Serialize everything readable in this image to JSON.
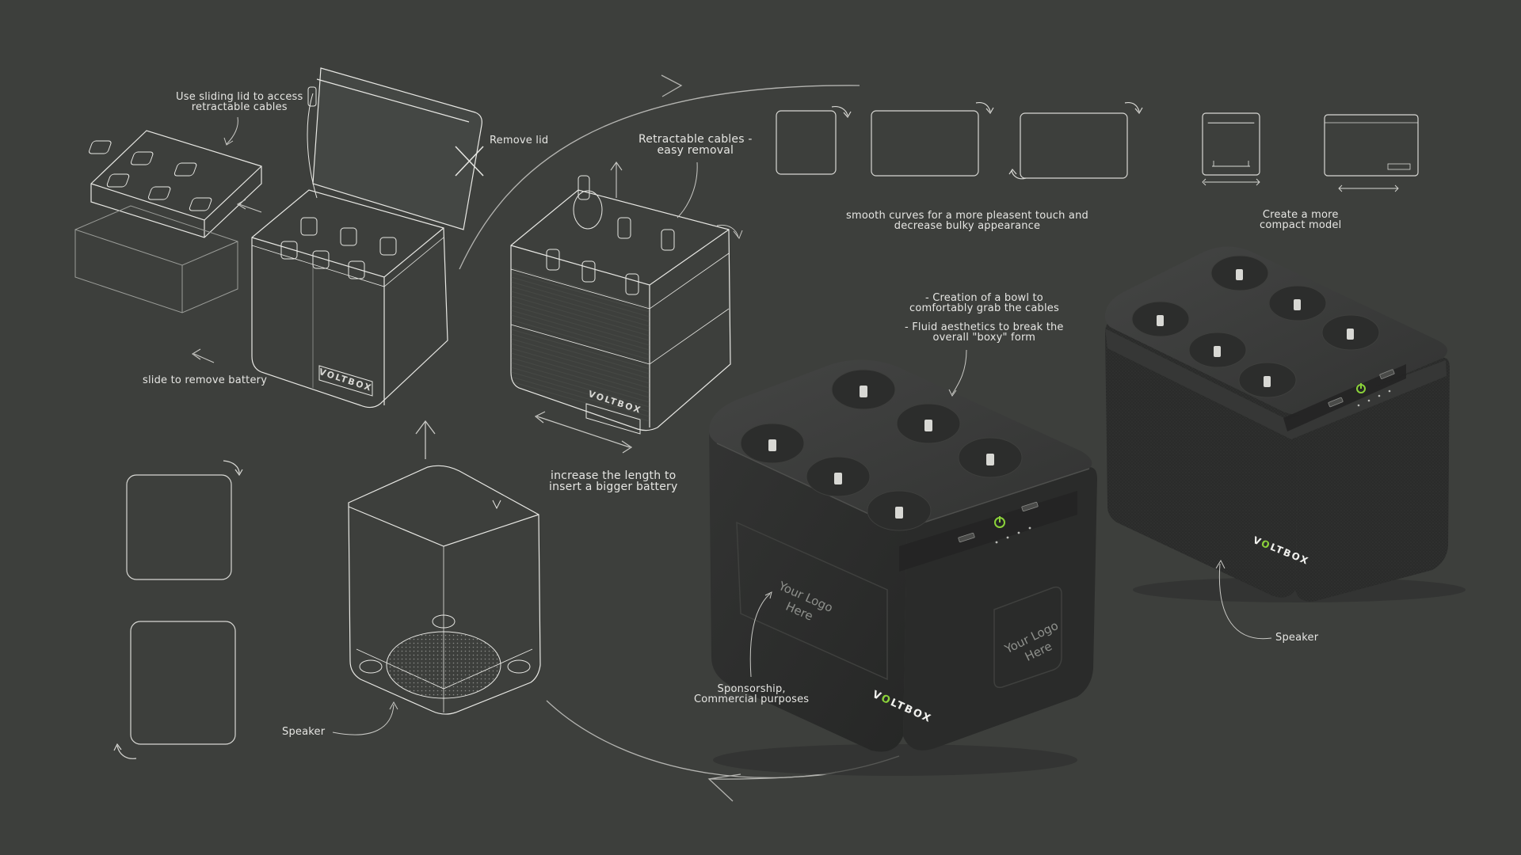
{
  "colors": {
    "background": "#3d3f3c",
    "sketch_line": "#e8e8e4",
    "product_body": "#2d2e2d",
    "product_top": "#3a3b3a",
    "accent_green": "#8bd23a"
  },
  "brand": {
    "name_prefix": "V",
    "name_accent": "O",
    "name_suffix": "LTBOX"
  },
  "annotations": {
    "sliding_lid": [
      "Use sliding lid to access",
      "retractable cables"
    ],
    "remove_lid": "Remove lid",
    "slide_battery": "slide to remove battery",
    "retractable_cables": [
      "Retractable cables -",
      "easy removal"
    ],
    "increase_length": [
      "increase the length to",
      "insert a bigger battery"
    ],
    "smooth_curves": [
      "smooth curves for a more pleasent touch and",
      "decrease bulky appearance"
    ],
    "compact_model": [
      "Create a more",
      "compact model"
    ],
    "bowl": [
      "- Creation of a bowl to",
      "comfortably grab the cables"
    ],
    "fluid": [
      "- Fluid aesthetics to break the",
      "overall \"boxy\" form"
    ],
    "sponsorship": [
      "Sponsorship,",
      "Commercial purposes"
    ],
    "speaker_left": "Speaker",
    "speaker_right": "Speaker"
  },
  "logo_placeholder": {
    "front": [
      "Your Logo",
      "Here"
    ],
    "side": [
      "Your Logo",
      "Here"
    ]
  }
}
